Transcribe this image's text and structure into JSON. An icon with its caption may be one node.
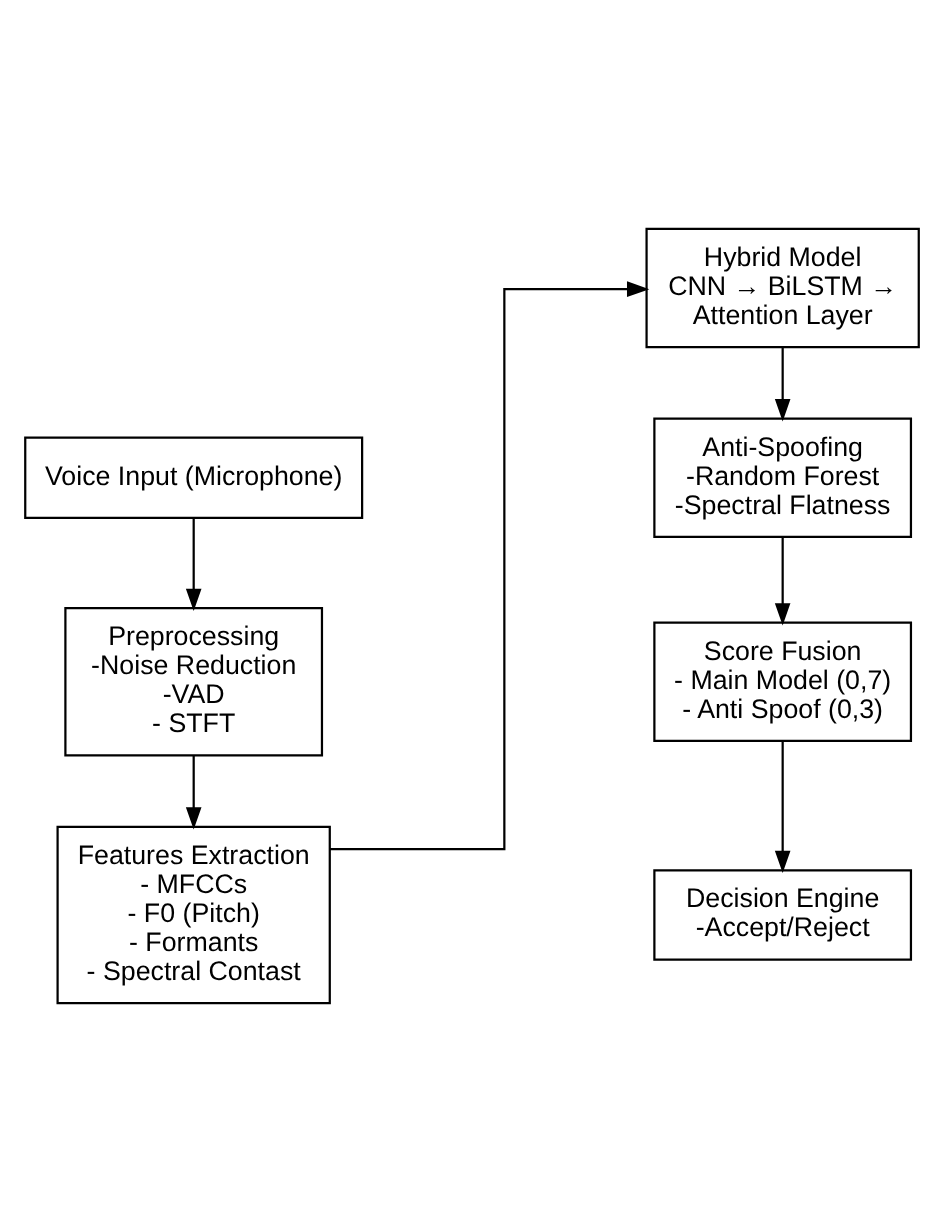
{
  "diagram": {
    "nodes": [
      {
        "text": [
          "Voice Input (Microphone)"
        ]
      },
      {
        "text": [
          "Preprocessing",
          "-Noise Reduction",
          "-VAD",
          "- STFT"
        ]
      },
      {
        "text": [
          "Features Extraction",
          "- MFCCs",
          "- F0 (Pitch)",
          "- Formants",
          "- Spectral Contast"
        ]
      },
      {
        "text": [
          "Hybrid Model",
          "CNN → BiLSTM →",
          "Attention Layer"
        ]
      },
      {
        "text": [
          "Anti-Spoofing",
          "-Random Forest",
          "-Spectral Flatness"
        ]
      },
      {
        "text": [
          "Score Fusion",
          "- Main Model (0,7)",
          "- Anti Spoof (0,3)"
        ]
      },
      {
        "text": [
          "Decision Engine",
          "-Accept/Reject"
        ]
      }
    ],
    "edges": [
      {
        "from": 0,
        "to": 1,
        "arrow": "to"
      },
      {
        "from": 1,
        "to": 2,
        "arrow": "to"
      },
      {
        "from": 2,
        "to": 3,
        "arrow": "to"
      },
      {
        "from": 3,
        "to": 4,
        "arrow": "to"
      },
      {
        "from": 4,
        "to": 5,
        "arrow": "to"
      },
      {
        "from": 5,
        "to": 6,
        "arrow": "to"
      }
    ]
  }
}
